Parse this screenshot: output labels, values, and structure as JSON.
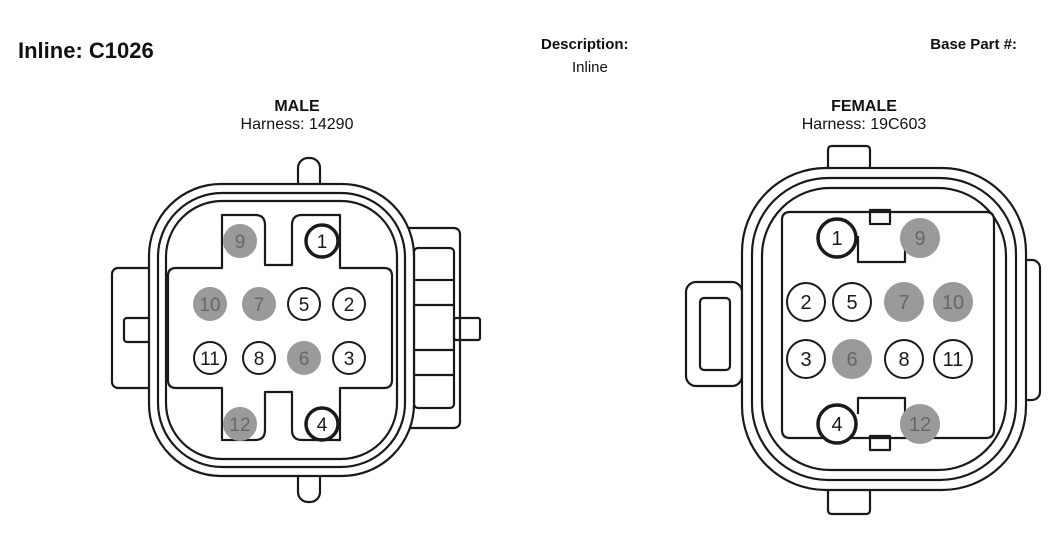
{
  "header": {
    "title": "Inline: C1026",
    "description_label": "Description:",
    "description_value": "Inline",
    "base_part_label": "Base Part #:"
  },
  "connectors": [
    {
      "gender": "MALE",
      "harness": "Harness: 14290",
      "pins": [
        {
          "n": "9",
          "filled": true
        },
        {
          "n": "1",
          "filled": false,
          "bold": true
        },
        {
          "n": "10",
          "filled": true
        },
        {
          "n": "7",
          "filled": true
        },
        {
          "n": "5",
          "filled": false
        },
        {
          "n": "2",
          "filled": false
        },
        {
          "n": "11",
          "filled": false
        },
        {
          "n": "8",
          "filled": false
        },
        {
          "n": "6",
          "filled": true
        },
        {
          "n": "3",
          "filled": false
        },
        {
          "n": "12",
          "filled": true
        },
        {
          "n": "4",
          "filled": false,
          "bold": true
        }
      ]
    },
    {
      "gender": "FEMALE",
      "harness": "Harness: 19C603",
      "pins": [
        {
          "n": "1",
          "filled": false,
          "bold": true
        },
        {
          "n": "9",
          "filled": true
        },
        {
          "n": "2",
          "filled": false
        },
        {
          "n": "5",
          "filled": false
        },
        {
          "n": "7",
          "filled": true
        },
        {
          "n": "10",
          "filled": true
        },
        {
          "n": "3",
          "filled": false
        },
        {
          "n": "6",
          "filled": true
        },
        {
          "n": "8",
          "filled": false
        },
        {
          "n": "11",
          "filled": false
        },
        {
          "n": "4",
          "filled": false,
          "bold": true
        },
        {
          "n": "12",
          "filled": true
        }
      ]
    }
  ],
  "colors": {
    "outline": "#1a1a1a",
    "pin_fill": "#9a9a9a",
    "pin_text_on_fill": "#666666"
  }
}
